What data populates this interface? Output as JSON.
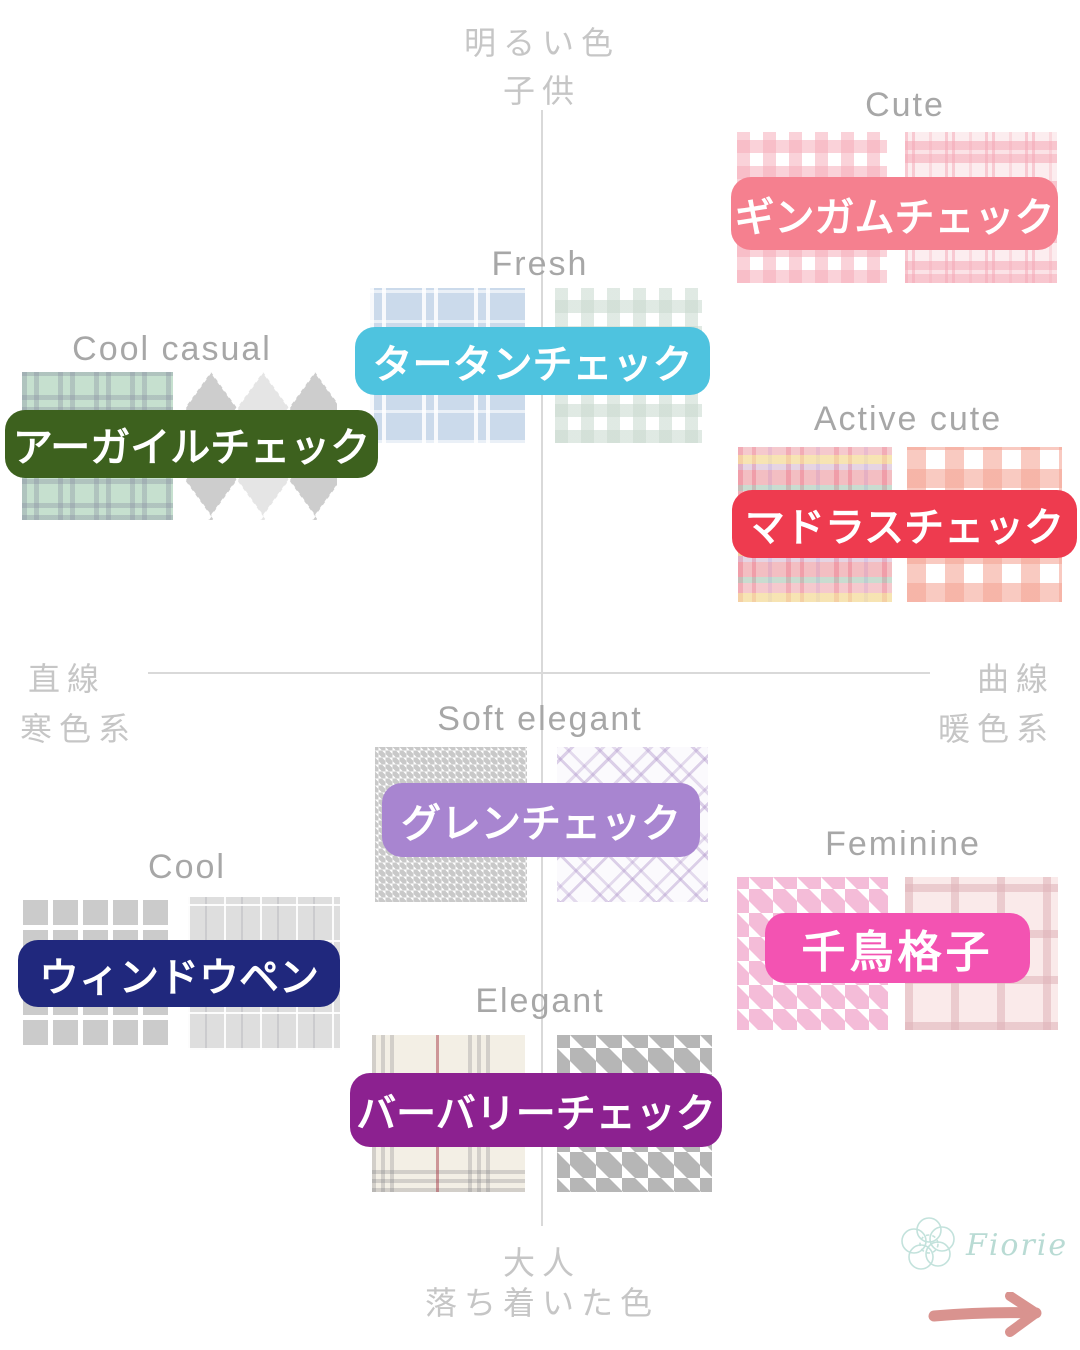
{
  "axis": {
    "top": {
      "line1": "明るい色",
      "line2": "子供"
    },
    "bottom": {
      "line1": "大人",
      "line2": "落ち着いた色"
    },
    "left": {
      "line1": "直線",
      "line2": "寒色系"
    },
    "right": {
      "line1": "曲線",
      "line2": "暖色系"
    }
  },
  "groups": {
    "cute": {
      "category": "Cute",
      "label": "ギンガムチェック",
      "color": "#f5808f",
      "swatches": [
        "pink-gingham",
        "pink-tartan"
      ]
    },
    "fresh": {
      "category": "Fresh",
      "label": "タータンチェック",
      "color": "#4ec3df",
      "swatches": [
        "blue-tartan",
        "green-gingham"
      ]
    },
    "cool_casual": {
      "category": "Cool casual",
      "label": "アーガイルチェック",
      "color": "#3d611e",
      "swatches": [
        "green-plaid",
        "argyle"
      ]
    },
    "active_cute": {
      "category": "Active cute",
      "label": "マドラスチェック",
      "color": "#ee3b4f",
      "swatches": [
        "madras",
        "coral-gingham"
      ]
    },
    "soft_elegant": {
      "category": "Soft elegant",
      "label": "グレンチェック",
      "color": "#a885d0",
      "swatches": [
        "glen-check",
        "purple-diagonal-plaid"
      ]
    },
    "cool": {
      "category": "Cool",
      "label": "ウィンドウペン",
      "color": "#20287d",
      "swatches": [
        "windowpane-dark",
        "windowpane-light"
      ]
    },
    "feminine": {
      "category": "Feminine",
      "label": "千鳥格子",
      "color": "#f353b2",
      "swatches": [
        "pink-houndstooth",
        "pink-windowpane"
      ]
    },
    "elegant": {
      "category": "Elegant",
      "label": "バーバリーチェック",
      "color": "#8c2190",
      "swatches": [
        "burberry-check",
        "gray-houndstooth"
      ]
    }
  },
  "logo": {
    "brand": "Fiorie",
    "icon": "flower-icon",
    "accent_color": "#bfe0da"
  },
  "arrow": {
    "icon": "right-arrow-icon",
    "color": "#d9938f"
  }
}
